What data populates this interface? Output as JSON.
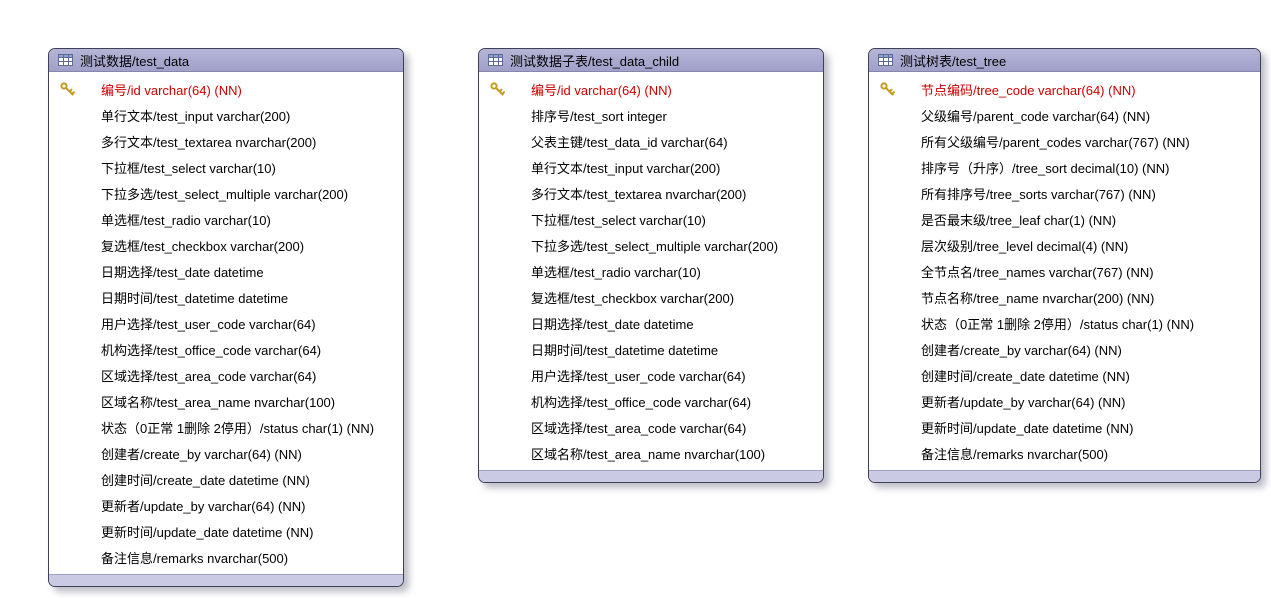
{
  "diagram": {
    "tables": [
      {
        "title": "测试数据/test_data",
        "fields": [
          {
            "label": "编号/id varchar(64) (NN)",
            "pk": true
          },
          {
            "label": "单行文本/test_input varchar(200)"
          },
          {
            "label": "多行文本/test_textarea nvarchar(200)"
          },
          {
            "label": "下拉框/test_select varchar(10)"
          },
          {
            "label": "下拉多选/test_select_multiple varchar(200)"
          },
          {
            "label": "单选框/test_radio varchar(10)"
          },
          {
            "label": "复选框/test_checkbox varchar(200)"
          },
          {
            "label": "日期选择/test_date datetime"
          },
          {
            "label": "日期时间/test_datetime datetime"
          },
          {
            "label": "用户选择/test_user_code varchar(64)"
          },
          {
            "label": "机构选择/test_office_code varchar(64)"
          },
          {
            "label": "区域选择/test_area_code varchar(64)"
          },
          {
            "label": "区域名称/test_area_name nvarchar(100)"
          },
          {
            "label": "状态（0正常 1删除 2停用）/status char(1) (NN)"
          },
          {
            "label": "创建者/create_by varchar(64) (NN)"
          },
          {
            "label": "创建时间/create_date datetime (NN)"
          },
          {
            "label": "更新者/update_by varchar(64) (NN)"
          },
          {
            "label": "更新时间/update_date datetime (NN)"
          },
          {
            "label": "备注信息/remarks nvarchar(500)"
          }
        ]
      },
      {
        "title": "测试数据子表/test_data_child",
        "fields": [
          {
            "label": "编号/id varchar(64) (NN)",
            "pk": true
          },
          {
            "label": "排序号/test_sort integer"
          },
          {
            "label": "父表主键/test_data_id varchar(64)"
          },
          {
            "label": "单行文本/test_input varchar(200)"
          },
          {
            "label": "多行文本/test_textarea nvarchar(200)"
          },
          {
            "label": "下拉框/test_select varchar(10)"
          },
          {
            "label": "下拉多选/test_select_multiple varchar(200)"
          },
          {
            "label": "单选框/test_radio varchar(10)"
          },
          {
            "label": "复选框/test_checkbox varchar(200)"
          },
          {
            "label": "日期选择/test_date datetime"
          },
          {
            "label": "日期时间/test_datetime datetime"
          },
          {
            "label": "用户选择/test_user_code varchar(64)"
          },
          {
            "label": "机构选择/test_office_code varchar(64)"
          },
          {
            "label": "区域选择/test_area_code varchar(64)"
          },
          {
            "label": "区域名称/test_area_name nvarchar(100)"
          }
        ]
      },
      {
        "title": "测试树表/test_tree",
        "fields": [
          {
            "label": "节点编码/tree_code varchar(64) (NN)",
            "pk": true
          },
          {
            "label": "父级编号/parent_code varchar(64) (NN)"
          },
          {
            "label": "所有父级编号/parent_codes varchar(767) (NN)"
          },
          {
            "label": "排序号（升序）/tree_sort decimal(10) (NN)"
          },
          {
            "label": "所有排序号/tree_sorts varchar(767) (NN)"
          },
          {
            "label": "是否最末级/tree_leaf char(1) (NN)"
          },
          {
            "label": "层次级别/tree_level decimal(4) (NN)"
          },
          {
            "label": "全节点名/tree_names varchar(767) (NN)"
          },
          {
            "label": "节点名称/tree_name nvarchar(200) (NN)"
          },
          {
            "label": "状态（0正常 1删除 2停用）/status char(1) (NN)"
          },
          {
            "label": "创建者/create_by varchar(64) (NN)"
          },
          {
            "label": "创建时间/create_date datetime (NN)"
          },
          {
            "label": "更新者/update_by varchar(64) (NN)"
          },
          {
            "label": "更新时间/update_date datetime (NN)"
          },
          {
            "label": "备注信息/remarks nvarchar(500)"
          }
        ]
      }
    ]
  },
  "icons": {
    "header_icon": "table-icon",
    "primary_key_icon": "key-icon"
  },
  "colors": {
    "header_top": "#b6b6d8",
    "header_bottom": "#a0a0c9",
    "header_line": "#8585ae",
    "footer": "#cacae4",
    "footer_line": "#a2a2c9",
    "border": "#3f3f55",
    "pk": "#cc0000",
    "key_gold": "#c49a1d"
  }
}
